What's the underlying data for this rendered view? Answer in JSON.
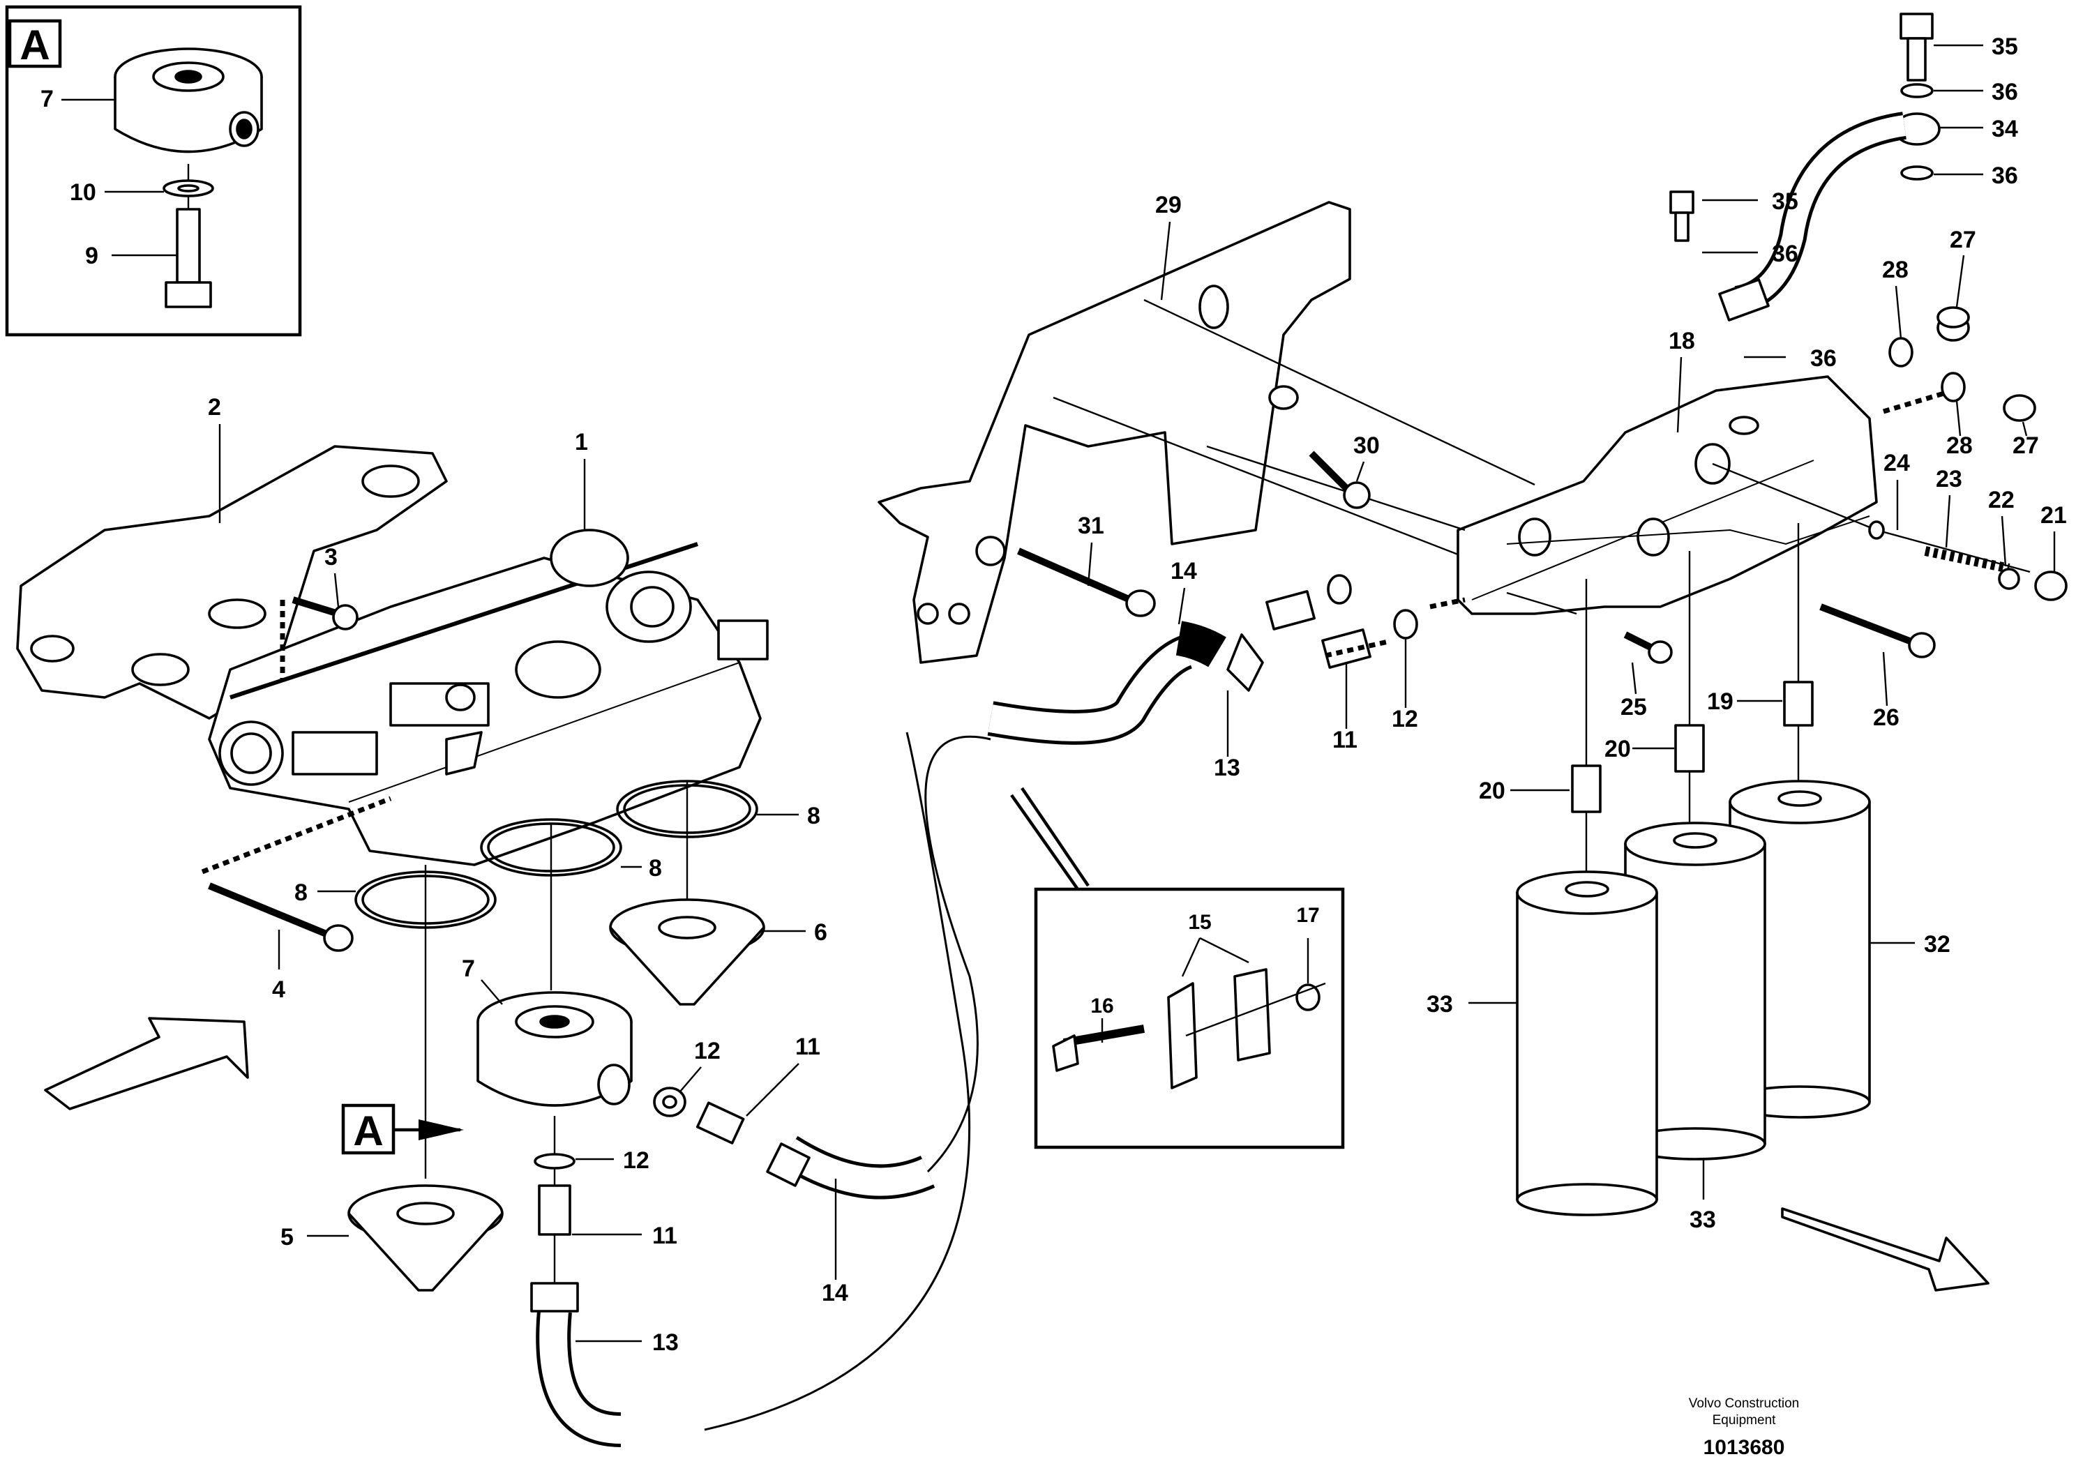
{
  "inset_a": {
    "letter": "A",
    "labels": [
      "7",
      "10",
      "9"
    ]
  },
  "detail_box": {
    "labels": [
      "15",
      "17",
      "16"
    ]
  },
  "callout": {
    "letter": "A"
  },
  "labels": {
    "l35a": "35",
    "l36a": "36",
    "l34": "34",
    "l36b": "36",
    "l35b": "35",
    "l36c": "36",
    "l36d": "36",
    "l29": "29",
    "l27a": "27",
    "l28a": "28",
    "l18": "18",
    "l28b": "28",
    "l27b": "27",
    "l24": "24",
    "l23": "23",
    "l22": "22",
    "l21": "21",
    "l2": "2",
    "l1": "1",
    "l3": "3",
    "l30": "30",
    "l31": "31",
    "l14a": "14",
    "l13a": "13",
    "l11a": "11",
    "l12a": "12",
    "l25": "25",
    "l26": "26",
    "l19": "19",
    "l20a": "20",
    "l20b": "20",
    "l8a": "8",
    "l8b": "8",
    "l8c": "8",
    "l6": "6",
    "l4": "4",
    "l7": "7",
    "l12b": "12",
    "l11b": "11",
    "l12c": "12",
    "l11c": "11",
    "l5": "5",
    "l13b": "13",
    "l14b": "14",
    "l32": "32",
    "l33a": "33",
    "l33b": "33"
  },
  "footer": {
    "publisher_line1": "Volvo Construction",
    "publisher_line2": "Equipment",
    "drawing_number": "1013680"
  }
}
